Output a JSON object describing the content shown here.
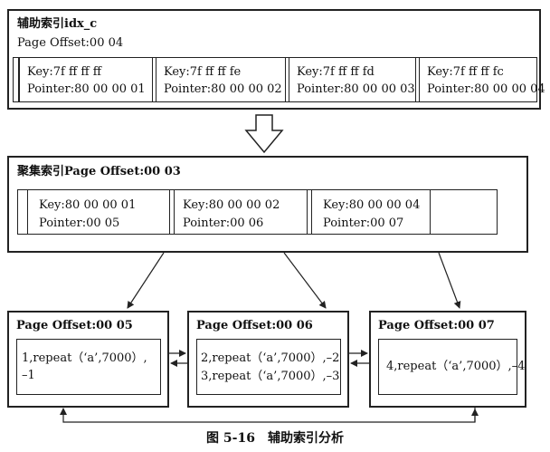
{
  "secondary_index": {
    "title": "辅助索引idx_c",
    "page_offset": "Page Offset:00 04",
    "entries": [
      {
        "key": "Key:7f ff ff ff",
        "pointer": "Pointer:80 00 00 01"
      },
      {
        "key": "Key:7f ff ff fe",
        "pointer": "Pointer:80 00 00 02"
      },
      {
        "key": "Key:7f ff ff fd",
        "pointer": "Pointer:80 00 00 03"
      },
      {
        "key": "Key:7f ff ff fc",
        "pointer": "Pointer:80 00 00 04"
      }
    ]
  },
  "clustered_index": {
    "title": "聚集索引Page Offset:00 03",
    "entries": [
      {
        "key": "Key:80 00 00 01",
        "pointer": "Pointer:00 05"
      },
      {
        "key": "Key:80 00 00 02",
        "pointer": "Pointer:00 06"
      },
      {
        "key": "Key:80 00 00 04",
        "pointer": "Pointer:00 07"
      }
    ]
  },
  "leaf_pages": [
    {
      "title": "Page Offset:00 05",
      "lines": [
        "1,repeat（‘a’,7000）,",
        "–1"
      ]
    },
    {
      "title": "Page Offset:00 06",
      "lines": [
        "2,repeat（‘a’,7000）,–2",
        "3,repeat（‘a’,7000）,–3"
      ]
    },
    {
      "title": "Page Offset:00 07",
      "lines": [
        "4,repeat（‘a’,7000）,–4"
      ]
    }
  ],
  "caption": "图 5-16　辅助索引分析"
}
